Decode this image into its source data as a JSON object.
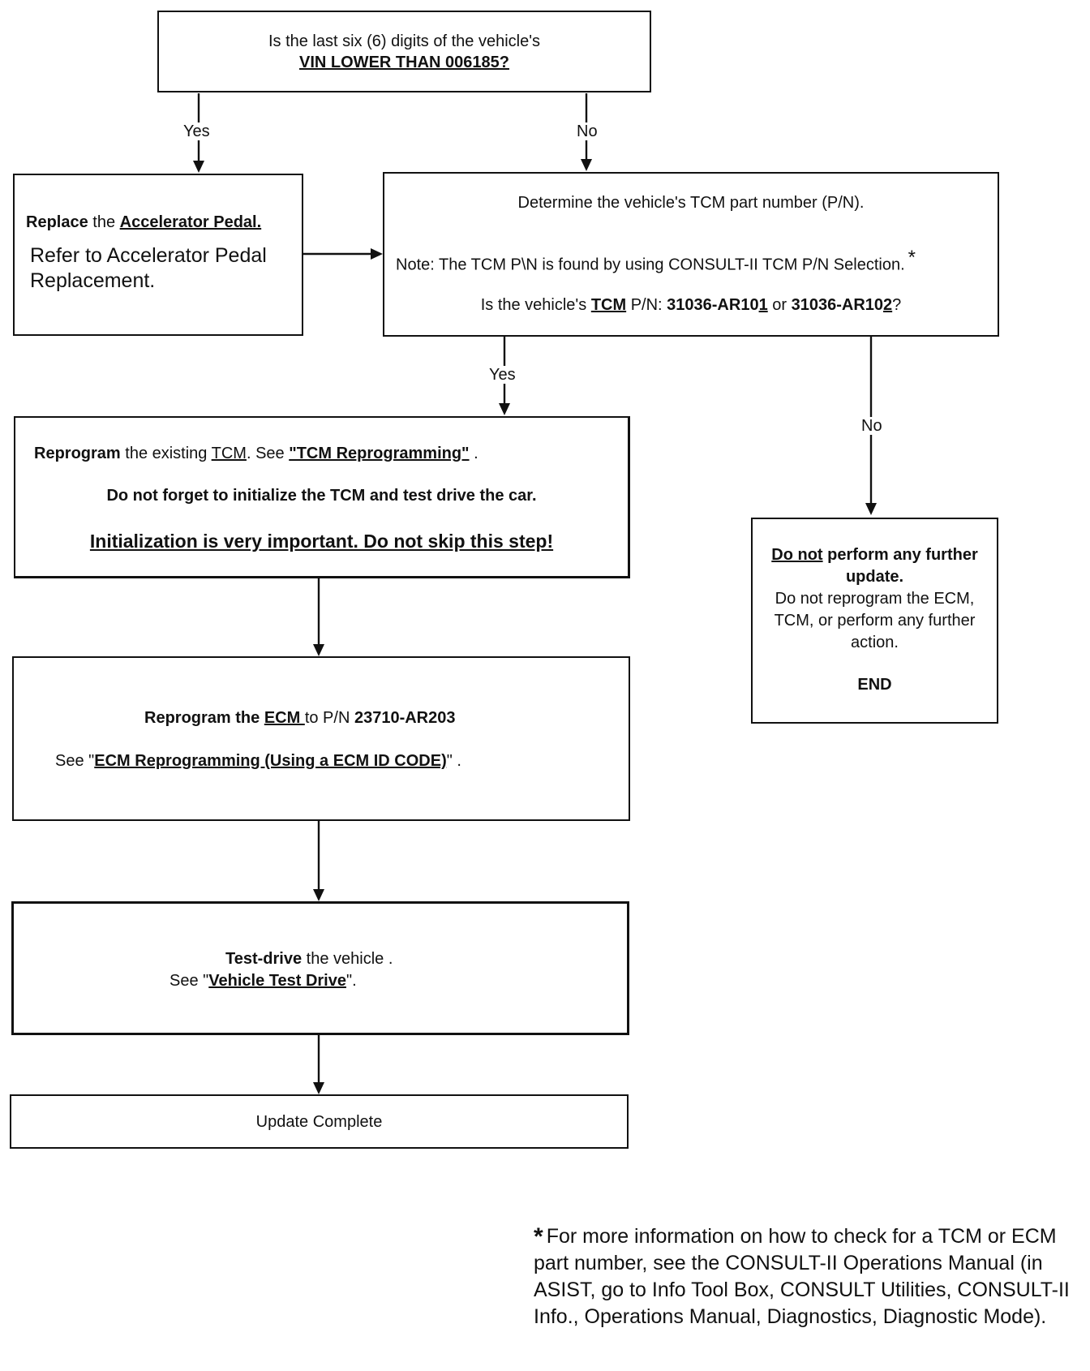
{
  "q1": {
    "line1": "Is the last six (6) digits of the vehicle's",
    "line2": "VIN LOWER THAN 006185?"
  },
  "replace": {
    "bold1": "Replace",
    "mid": " the ",
    "link": "Accelerator Pedal.",
    "line2": "Refer to Accelerator Pedal",
    "line3": "Replacement."
  },
  "tcm_pn": {
    "line1": "Determine the vehicle's TCM part number (P/N).",
    "note": "Note: The TCM P\\N is found by using CONSULT-II TCM P/N Selection.",
    "star": "*",
    "q_pre": "Is the vehicle's ",
    "q_tcm": "TCM",
    "q_mid": " P/N: ",
    "q_pn1a": "31036-AR10",
    "q_pn1b": "1",
    "q_or": " or ",
    "q_pn2a": "31036-AR10",
    "q_pn2b": "2",
    "q_end": "?"
  },
  "reprogram_tcm": {
    "bold": "Reprogram",
    "pre": " the existing ",
    "tcm": "TCM",
    "see": ".  See ",
    "link": "\"TCM Reprogramming\"",
    "dot": " .",
    "line2": "Do not forget to initialize the TCM and test drive the car.",
    "line3": "Initialization is very important.  Do not skip this step!"
  },
  "no_update": {
    "line1a": "Do not",
    "line1b": " perform any further",
    "line2": "update.",
    "line3": "Do not reprogram the ECM,",
    "line4": "TCM, or perform any further",
    "line5": "action.",
    "end": "END"
  },
  "reprogram_ecm": {
    "bold": "Reprogram the ",
    "ecm": "ECM ",
    "to": "to P/N  ",
    "pn": "23710-AR203",
    "see": "See \"",
    "link": "ECM Reprogramming (Using a ECM ID CODE)",
    "end": "\"  ."
  },
  "test_drive": {
    "bold": "Test-drive",
    "rest": " the vehicle .",
    "see": "See \"",
    "link": "Vehicle Test Drive",
    "end": "\"."
  },
  "complete": {
    "text": "Update Complete"
  },
  "labels": {
    "yes1": "Yes",
    "no1": "No",
    "yes2": "Yes",
    "no2": "No"
  },
  "footnote": {
    "star": "*",
    "text": "For more information on how to check for a TCM or ECM part number, see the CONSULT-II Operations Manual (in ASIST, go to Info Tool Box, CONSULT Utilities, CONSULT-II Info., Operations Manual, Diagnostics, Diagnostic Mode)."
  }
}
